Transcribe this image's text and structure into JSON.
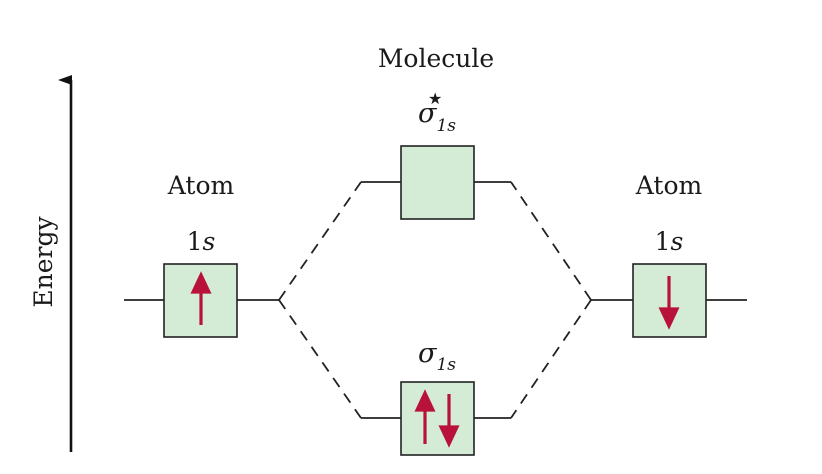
{
  "header": {
    "molecule_label": "Molecule"
  },
  "axis": {
    "label": "Energy"
  },
  "left_atom": {
    "title": "Atom",
    "orbital_base": "1",
    "orbital_sub": "s",
    "electron": "up"
  },
  "right_atom": {
    "title": "Atom",
    "orbital_base": "1",
    "orbital_sub": "s",
    "electron": "down"
  },
  "antibonding": {
    "symbol": "σ",
    "subscript": "1s",
    "superscript": "★",
    "electrons": []
  },
  "bonding": {
    "symbol": "σ",
    "subscript": "1s",
    "electrons": [
      "up",
      "down"
    ]
  },
  "colors": {
    "box_fill": "#d4ecd6",
    "electron": "#b8123a",
    "line": "#222222"
  }
}
